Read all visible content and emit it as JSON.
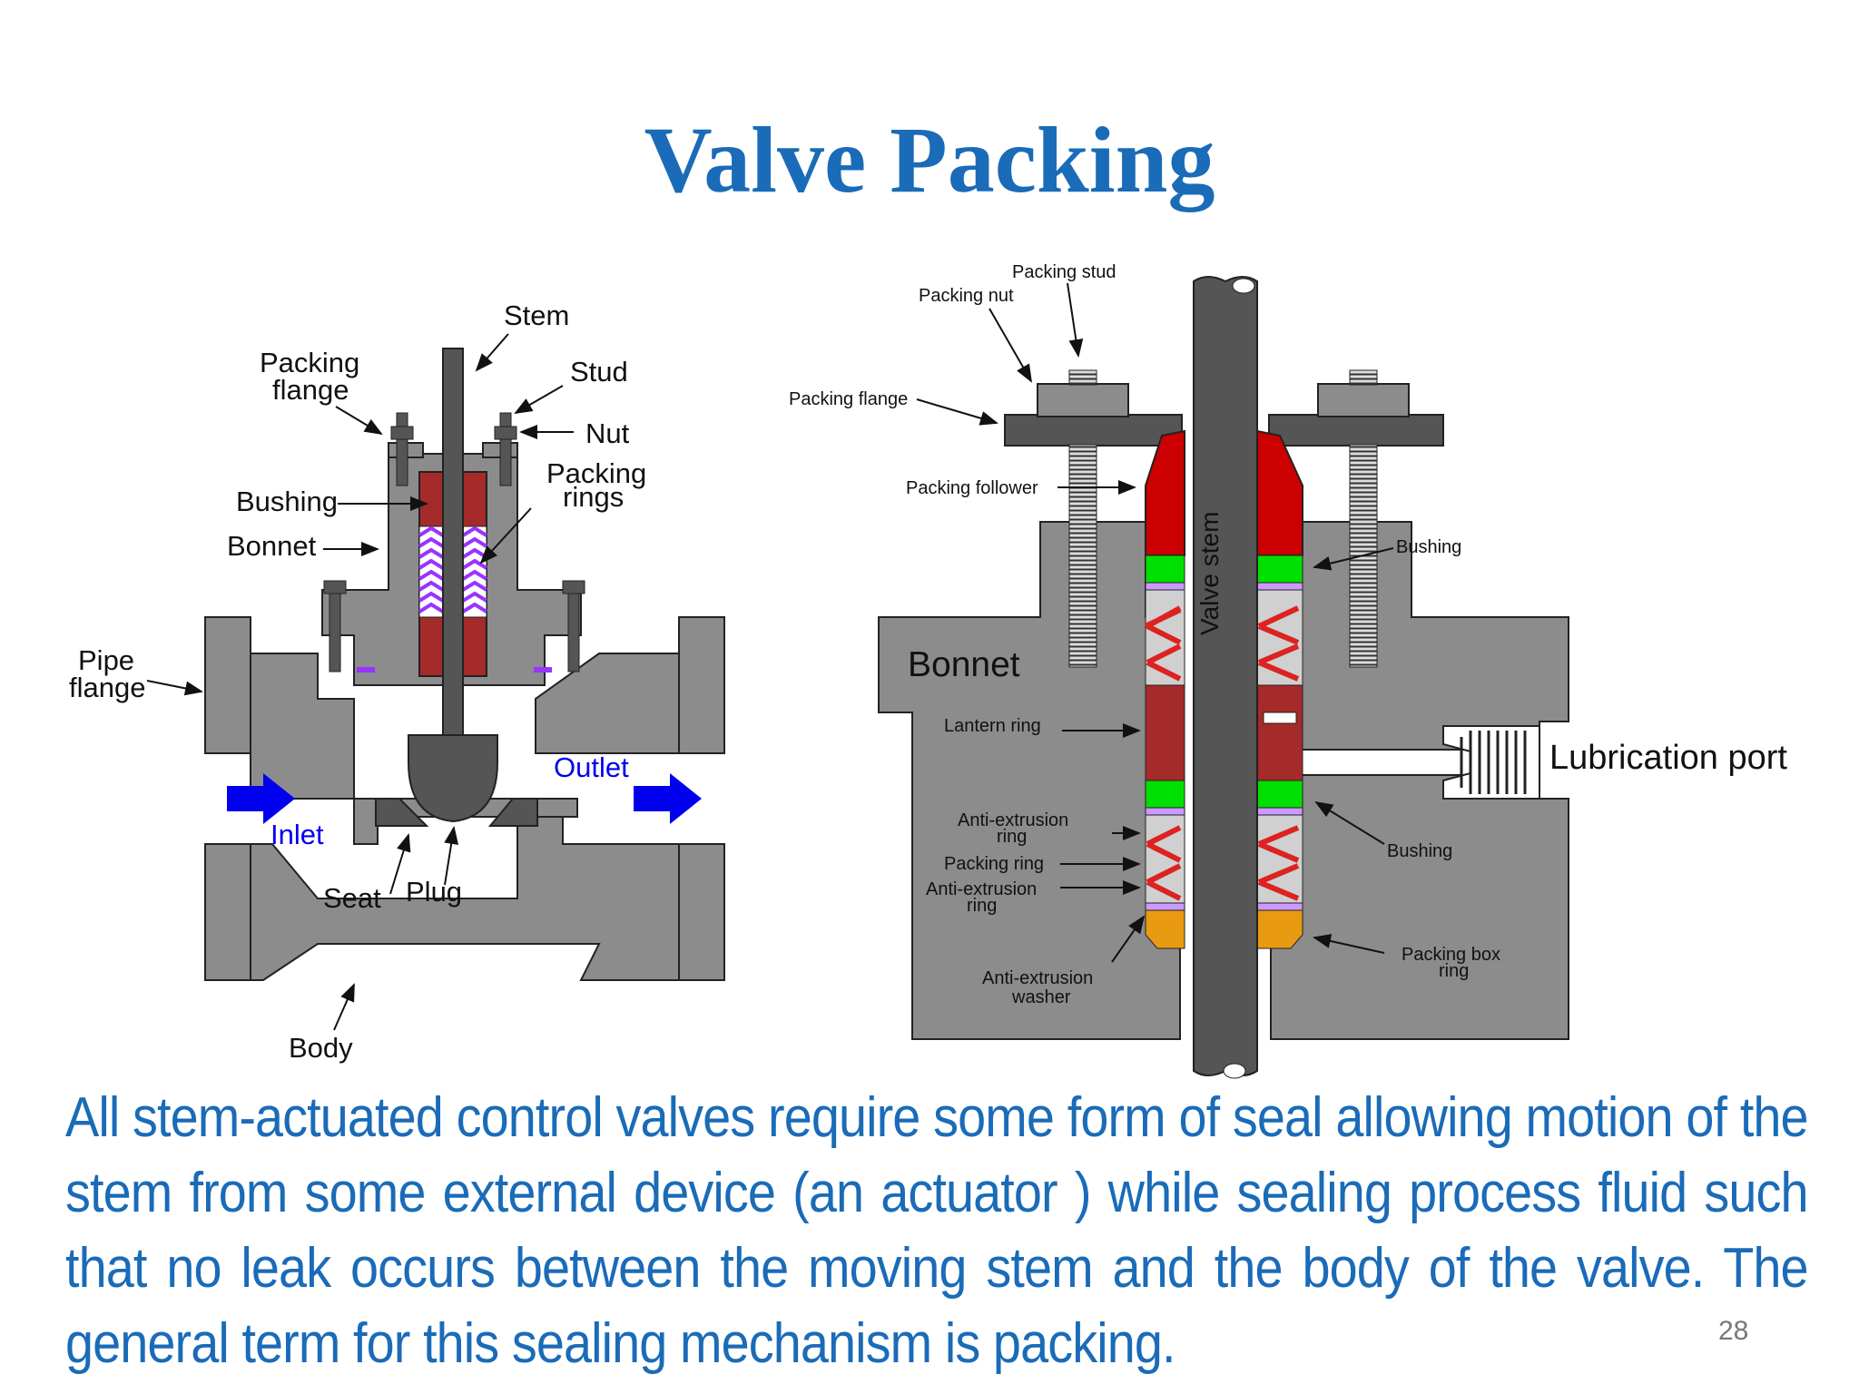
{
  "slide": {
    "title": "Valve Packing",
    "body": "All stem-actuated control valves require some form of seal allowing motion of the stem from some external device (an actuator ) while sealing process fluid such that no leak occurs between the moving stem and the body of the valve. The general term for this sealing mechanism is packing.",
    "page_number": "28"
  },
  "left_diagram": {
    "labels": {
      "stem": "Stem",
      "packing_flange_1": "Packing",
      "packing_flange_2": "flange",
      "stud": "Stud",
      "nut": "Nut",
      "packing_rings_1": "Packing",
      "packing_rings_2": "rings",
      "bushing": "Bushing",
      "bonnet": "Bonnet",
      "pipe_flange_1": "Pipe",
      "pipe_flange_2": "flange",
      "outlet": "Outlet",
      "inlet": "Inlet",
      "seat": "Seat",
      "plug": "Plug",
      "body": "Body"
    }
  },
  "right_diagram": {
    "labels": {
      "packing_stud": "Packing stud",
      "packing_nut": "Packing nut",
      "packing_flange": "Packing flange",
      "packing_follower": "Packing follower",
      "bushing_top": "Bushing",
      "valve_stem": "Valve stem",
      "bonnet": "Bonnet",
      "lantern_ring": "Lantern ring",
      "lubrication_port": "Lubrication port",
      "anti_extrusion_ring_1a": "Anti-extrusion",
      "anti_extrusion_ring_1b": "ring",
      "packing_ring": "Packing ring",
      "anti_extrusion_ring_2a": "Anti-extrusion",
      "anti_extrusion_ring_2b": "ring",
      "bushing_bottom": "Bushing",
      "packing_box_ring_1": "Packing box",
      "packing_box_ring_2": "ring",
      "anti_extrusion_washer_1": "Anti-extrusion",
      "anti_extrusion_washer_2": "washer"
    }
  },
  "colors": {
    "title": "#1a6bb8",
    "body_gray": "#8c8c8c",
    "dark_gray": "#555555",
    "packing_red": "#a52a2a",
    "follower_red": "#cc0000",
    "ring_green": "#00e000",
    "washer_orange": "#e89a10",
    "chevron_purple": "#9933ff",
    "arrow_blue": "#0000ee"
  }
}
